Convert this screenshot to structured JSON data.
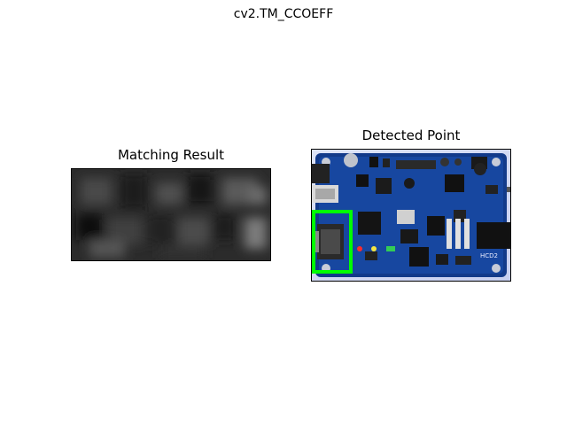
{
  "figure": {
    "suptitle": "cv2.TM_CCOEFF",
    "panels": [
      {
        "title": "Matching Result",
        "image": "grayscale-correlation-heatmap"
      },
      {
        "title": "Detected Point",
        "image": "blue-circuit-board-photo"
      }
    ],
    "detection_box_color": "#00ff00",
    "board_label": "HCD2"
  }
}
